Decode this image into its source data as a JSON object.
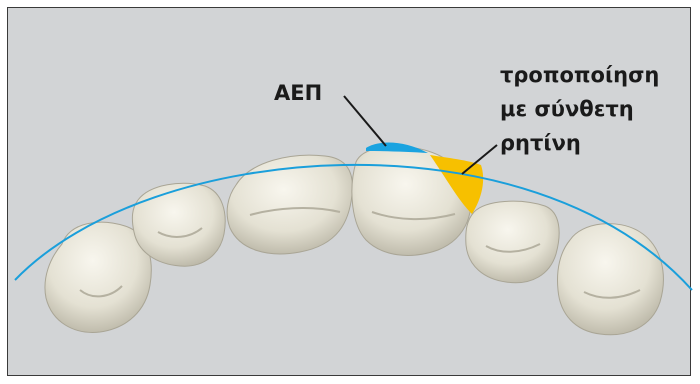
{
  "labels": {
    "aep": "ΑΕΠ",
    "composite_line1": "τροποποίηση",
    "composite_line2": "με σύνθετη",
    "composite_line3": "ρητίνη"
  },
  "colors": {
    "background": "#d2d4d6",
    "frame": "#3a3a3a",
    "arch_curve": "#1a9fdb",
    "aep_area": "#1aa3e0",
    "composite_area": "#f7c000",
    "tooth_fill": "#ebe8dc",
    "tooth_shadow": "#bdb9ab",
    "leader_line": "#1a1a1a"
  },
  "teeth": [
    {
      "id": "molar-left"
    },
    {
      "id": "premolar-left"
    },
    {
      "id": "lateral-incisor-left"
    },
    {
      "id": "central-incisor"
    },
    {
      "id": "premolar-right"
    },
    {
      "id": "molar-right"
    }
  ]
}
